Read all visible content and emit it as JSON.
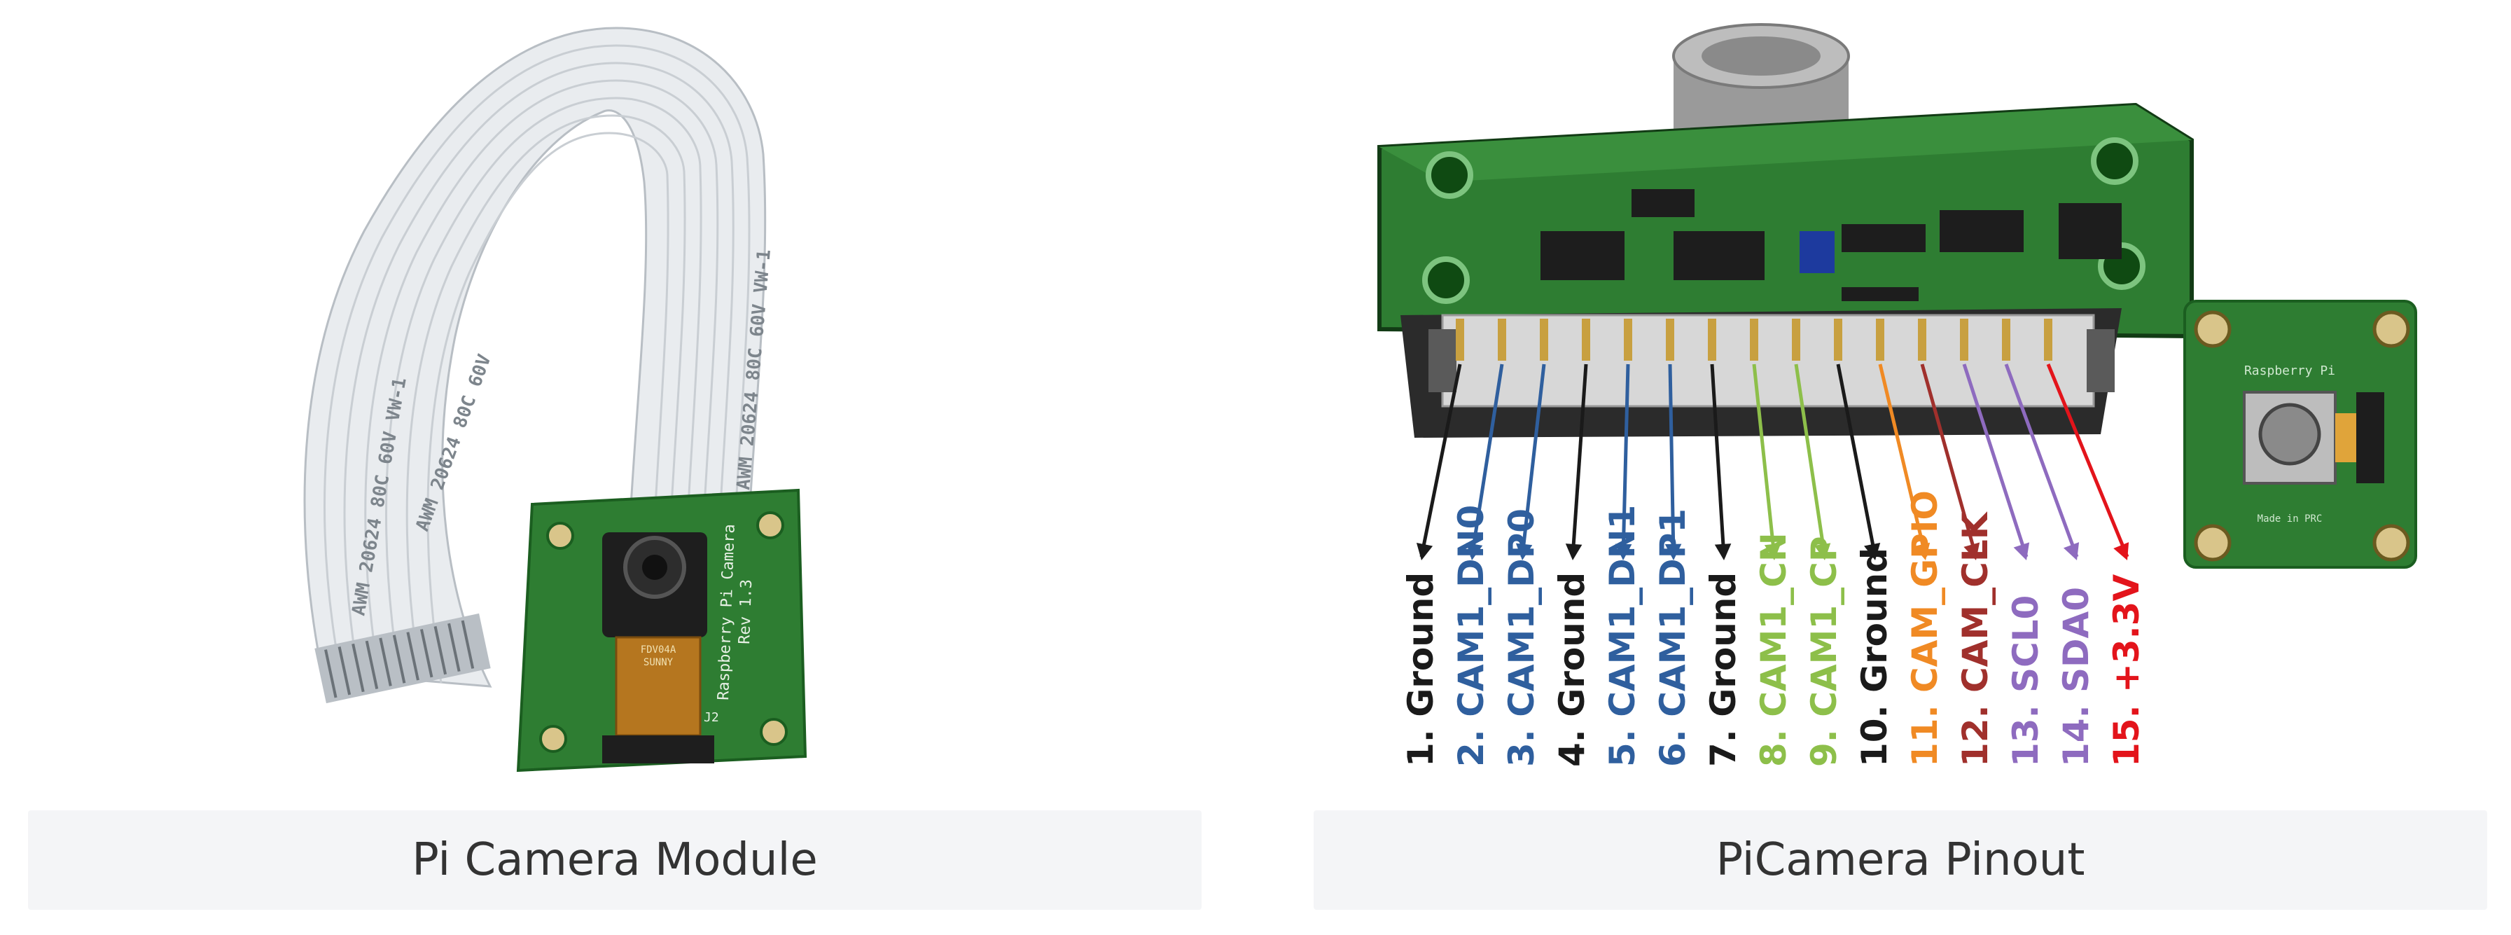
{
  "left": {
    "caption": "Pi Camera Module",
    "cable_print": [
      "AWM",
      "20624",
      "80C",
      "60V",
      "VW-1"
    ],
    "board_text": [
      "Raspberry Pi Camera",
      "Rev 1.3"
    ],
    "sensor_text": [
      "FDV04A",
      "SUNNY"
    ],
    "connector_text": "J2"
  },
  "right": {
    "caption": "PiCamera Pinout",
    "pins": [
      {
        "label": "1. Ground",
        "color": "#1a1a1a"
      },
      {
        "label": "2. CAM1_DN0",
        "color": "#2f5f9e"
      },
      {
        "label": "3. CAM1_DP0",
        "color": "#2f5f9e"
      },
      {
        "label": "4. Ground",
        "color": "#1a1a1a"
      },
      {
        "label": "5. CAM1_DN1",
        "color": "#2f5f9e"
      },
      {
        "label": "6. CAM1_DP1",
        "color": "#2f5f9e"
      },
      {
        "label": "7. Ground",
        "color": "#1a1a1a"
      },
      {
        "label": "8. CAM1_CN",
        "color": "#8dbf4a"
      },
      {
        "label": "9. CAM1_CP",
        "color": "#8dbf4a"
      },
      {
        "label": "10. Ground",
        "color": "#1a1a1a"
      },
      {
        "label": "11. CAM_GPIO",
        "color": "#f08a24"
      },
      {
        "label": "12. CAM_CLK",
        "color": "#a0302c"
      },
      {
        "label": "13. SCL0",
        "color": "#8e6bbf"
      },
      {
        "label": "14. SDA0",
        "color": "#8e6bbf"
      },
      {
        "label": "15. +3.3V",
        "color": "#e3141b"
      }
    ],
    "inset_board_text": [
      "Raspberry Pi",
      "Made in PRC"
    ]
  },
  "colors": {
    "pcb_green": "#2e7d32",
    "pcb_dark": "#1b5e20",
    "connector_dark": "#2b2b2b",
    "pin_gold": "#c8a040"
  }
}
